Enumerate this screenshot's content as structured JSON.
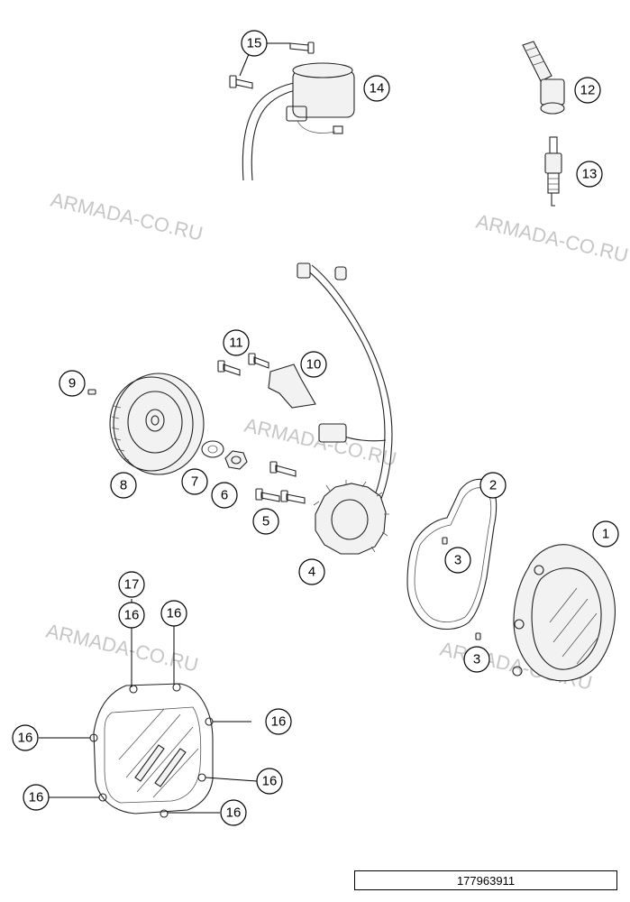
{
  "watermark": "ARMADA-CO.RU",
  "document_number": "177963911",
  "callouts": {
    "c1": "1",
    "c2": "2",
    "c3a": "3",
    "c3b": "3",
    "c4": "4",
    "c5": "5",
    "c6": "6",
    "c7": "7",
    "c8": "8",
    "c9": "9",
    "c10": "10",
    "c11": "11",
    "c12": "12",
    "c13": "13",
    "c14": "14",
    "c15": "15",
    "c16a": "16",
    "c16b": "16",
    "c16c": "16",
    "c16d": "16",
    "c16e": "16",
    "c16f": "16",
    "c16g": "16",
    "c17": "17"
  }
}
